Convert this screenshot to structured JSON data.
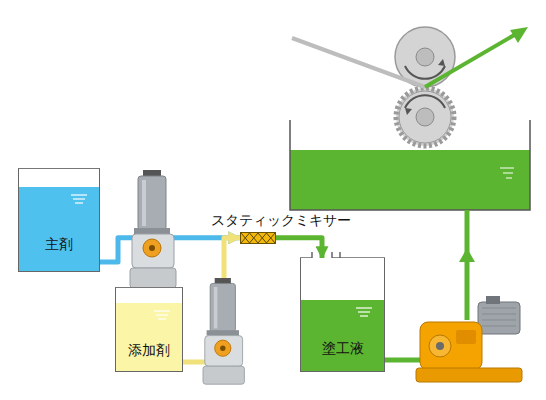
{
  "diagram": {
    "nodes": [
      {
        "text": [
          "主剤"
        ]
      },
      {
        "text": [
          "スタティックミキサー"
        ]
      },
      {
        "text": [
          "添加剤"
        ]
      },
      {
        "text": [
          "塗工液"
        ]
      }
    ],
    "edges": [
      {
        "from": 0,
        "to": 1,
        "arrow": "to"
      },
      {
        "from": 2,
        "to": 1,
        "arrow": "to"
      },
      {
        "from": 1,
        "to": 3,
        "arrow": "to"
      }
    ]
  }
}
